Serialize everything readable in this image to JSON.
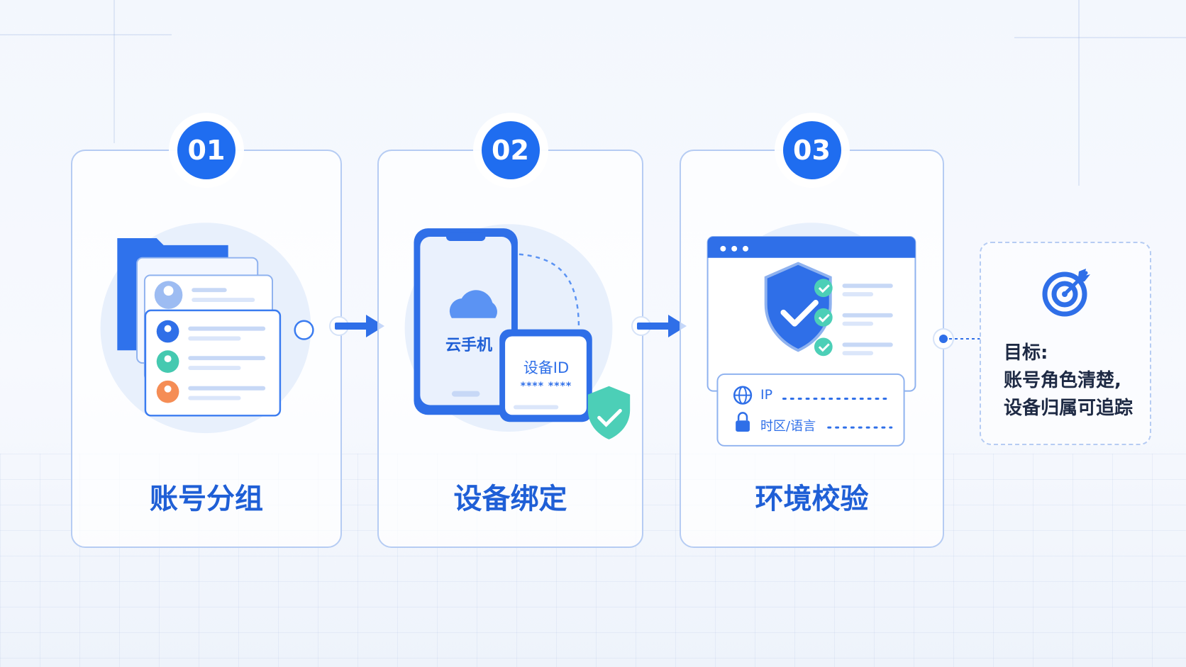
{
  "steps": [
    {
      "number": "01",
      "title": "账号分组"
    },
    {
      "number": "02",
      "title": "设备绑定",
      "phone_label": "云手机",
      "device_label": "设备ID",
      "device_mask": "**** ****"
    },
    {
      "number": "03",
      "title": "环境校验",
      "ip_label": "IP",
      "tz_label": "时区/语言"
    }
  ],
  "goal": {
    "label": "目标:",
    "line1": "账号角色清楚,",
    "line2": "设备归属可追踪"
  },
  "colors": {
    "primary": "#1f6df0",
    "title": "#1f5fd6",
    "check": "#3ec9b0",
    "border": "#b6ccf3"
  },
  "icons": [
    "folder-icon",
    "user-avatar-icon",
    "phone-icon",
    "cloud-icon",
    "shield-check-icon",
    "globe-icon",
    "lock-icon",
    "target-icon",
    "arrow-right-icon"
  ]
}
